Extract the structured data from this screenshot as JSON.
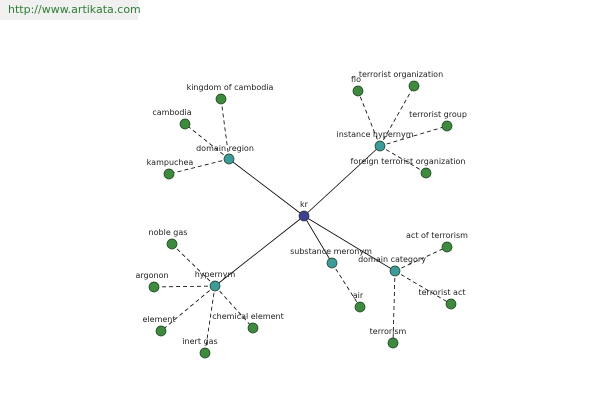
{
  "header": {
    "url": "http://www.artikata.com"
  },
  "colors": {
    "center_node": "#3f3f9a",
    "relation_node": "#3f9a9a",
    "leaf_node": "#3e8a3e",
    "node_stroke": "#1f3f1f",
    "edge": "#000000"
  },
  "graph": {
    "center": {
      "id": "kr",
      "label": "kr"
    },
    "relations": [
      {
        "id": "domain-region",
        "label": "domain region",
        "leaves": [
          {
            "id": "kingdom-of-cambodia",
            "label": "kingdom of cambodia"
          },
          {
            "id": "cambodia",
            "label": "cambodia"
          },
          {
            "id": "kampuchea",
            "label": "kampuchea"
          }
        ]
      },
      {
        "id": "instance-hypernym",
        "label": "instance hypernym",
        "leaves": [
          {
            "id": "flo",
            "label": "flo"
          },
          {
            "id": "terrorist-organization",
            "label": "terrorist organization"
          },
          {
            "id": "terrorist-group",
            "label": "terrorist group"
          },
          {
            "id": "foreign-terrorist-organization",
            "label": "foreign terrorist organization"
          }
        ]
      },
      {
        "id": "hypernym",
        "label": "hypernym",
        "leaves": [
          {
            "id": "noble-gas",
            "label": "noble gas"
          },
          {
            "id": "argonon",
            "label": "argonon"
          },
          {
            "id": "element",
            "label": "element"
          },
          {
            "id": "inert-gas",
            "label": "inert gas"
          },
          {
            "id": "chemical-element",
            "label": "chemical element"
          }
        ]
      },
      {
        "id": "substance-meronym",
        "label": "substance meronym",
        "leaves": [
          {
            "id": "air",
            "label": "air"
          }
        ]
      },
      {
        "id": "domain-category",
        "label": "domain category",
        "leaves": [
          {
            "id": "act-of-terrorism",
            "label": "act of terrorism"
          },
          {
            "id": "terrorist-act",
            "label": "terrorist act"
          },
          {
            "id": "terrorism",
            "label": "terrorism"
          }
        ]
      }
    ]
  }
}
